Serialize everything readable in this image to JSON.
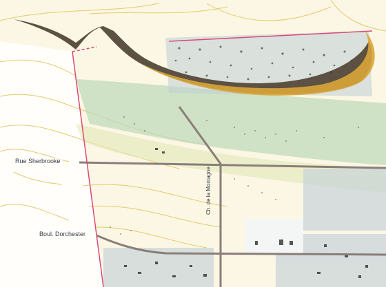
{
  "map": {
    "streets": {
      "rue_sherbrooke": "Rue Sherbrooke",
      "boul_dorchester": "Boul. Dorchester",
      "vertical_street": "Ch. de la Montagne"
    },
    "colors": {
      "background": "#fbf7e4",
      "contour": "#e6c96b",
      "mountain_shadow": "#5c5142",
      "mountain_ring": "#d9a53a",
      "boundary": "#d94a7a",
      "road": "#8a7d7a",
      "vegetation": "#bcd8b8",
      "urban_block": "#c7d3d9"
    }
  }
}
